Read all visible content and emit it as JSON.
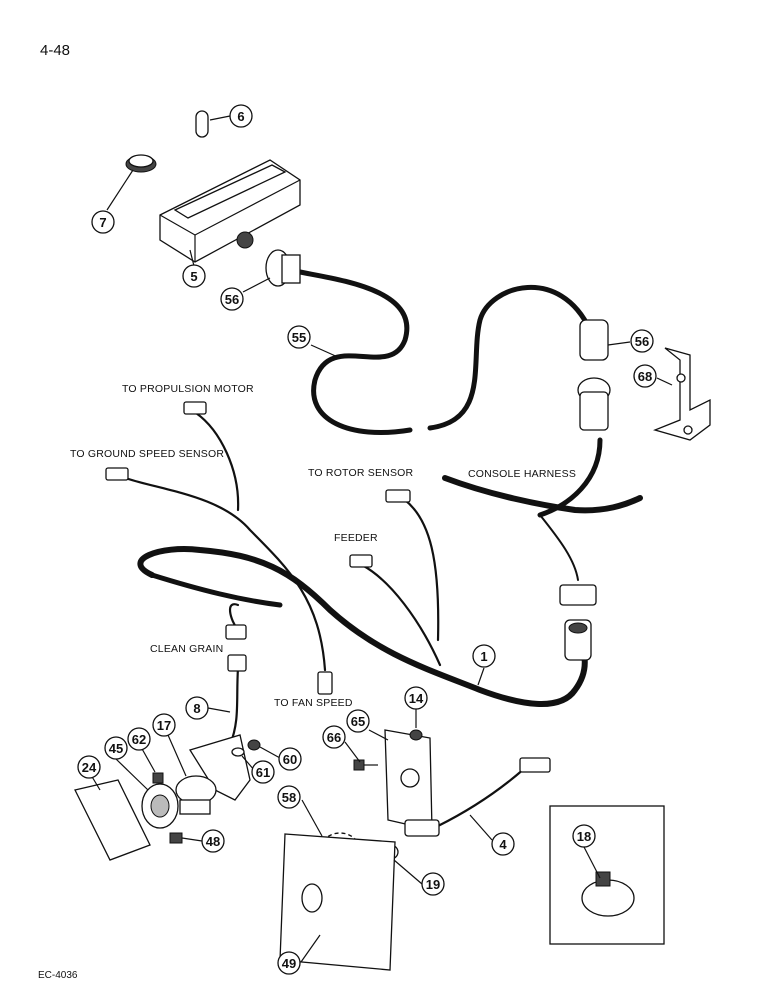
{
  "page_number": "4-48",
  "figure_code": "EC-4036",
  "labels": {
    "propulsion_motor": "TO PROPULSION MOTOR",
    "ground_speed_sensor": "TO GROUND SPEED SENSOR",
    "rotor_sensor": "TO ROTOR SENSOR",
    "console_harness": "CONSOLE HARNESS",
    "feeder": "FEEDER",
    "clean_grain": "CLEAN GRAIN",
    "fan_speed": "TO FAN SPEED"
  },
  "callouts": {
    "c6": "6",
    "c7": "7",
    "c5": "5",
    "c56a": "56",
    "c55": "55",
    "c56b": "56",
    "c68": "68",
    "c1": "1",
    "c8": "8",
    "c14": "14",
    "c65": "65",
    "c66": "66",
    "c17": "17",
    "c62": "62",
    "c45": "45",
    "c24": "24",
    "c61": "61",
    "c60": "60",
    "c58": "58",
    "c4": "4",
    "c48": "48",
    "c19": "19",
    "c18": "18",
    "c49": "49"
  }
}
